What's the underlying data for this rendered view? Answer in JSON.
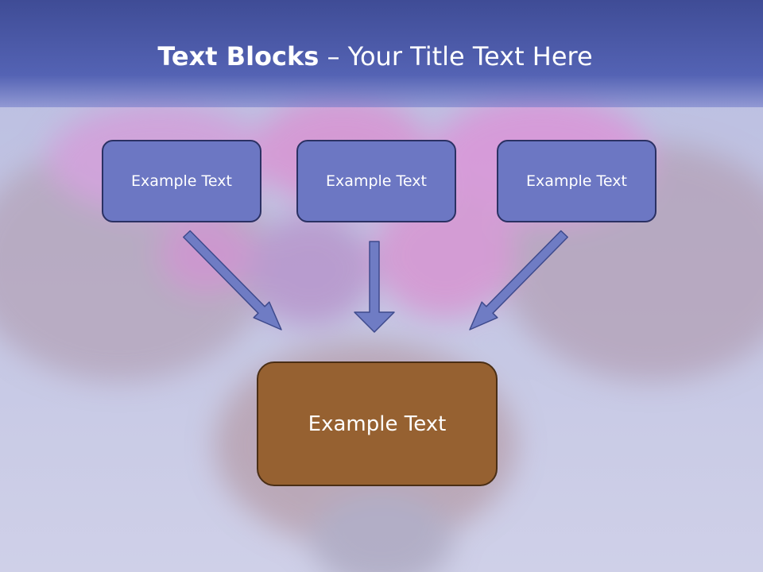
{
  "title": {
    "bold": "Text Blocks",
    "separator": " – ",
    "rest": "Your Title Text Here"
  },
  "boxes": [
    "Example Text",
    "Example Text",
    "Example Text"
  ],
  "result_box": "Example Text",
  "colors": {
    "title_bar": "#4e5caf",
    "box_fill": "#6c77c3",
    "result_fill": "#966131",
    "arrow": "#6f7cc4"
  }
}
